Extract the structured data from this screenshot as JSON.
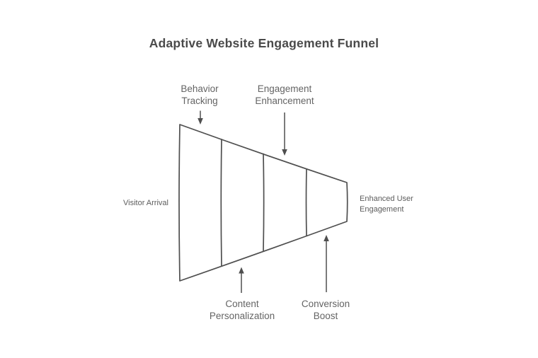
{
  "title": "Adaptive Website Engagement Funnel",
  "diagram": {
    "type": "horizontal-funnel",
    "stage_count": 4,
    "entry_label": "Visitor Arrival",
    "exit_label": {
      "line1": "Enhanced User",
      "line2": "Engagement"
    },
    "stages": [
      {
        "label": "Behavior Tracking",
        "callout_position": "top"
      },
      {
        "label": "Content Personalization",
        "callout_position": "bottom"
      },
      {
        "label": "Engagement Enhancement",
        "callout_position": "top"
      },
      {
        "label": "Conversion Boost",
        "callout_position": "bottom"
      }
    ]
  },
  "annotations": {
    "behavior_tracking": {
      "line1": "Behavior",
      "line2": "Tracking"
    },
    "engagement_enhancement": {
      "line1": "Engagement",
      "line2": "Enhancement"
    },
    "content_personalization": {
      "line1": "Content",
      "line2": "Personalization"
    },
    "conversion_boost": {
      "line1": "Conversion",
      "line2": "Boost"
    }
  },
  "colors": {
    "background": "#ffffff",
    "stroke": "#4f4f4f",
    "title_text": "#4a4a4a",
    "annotation_text": "#646464",
    "side_label_text": "#5c5c5c"
  }
}
